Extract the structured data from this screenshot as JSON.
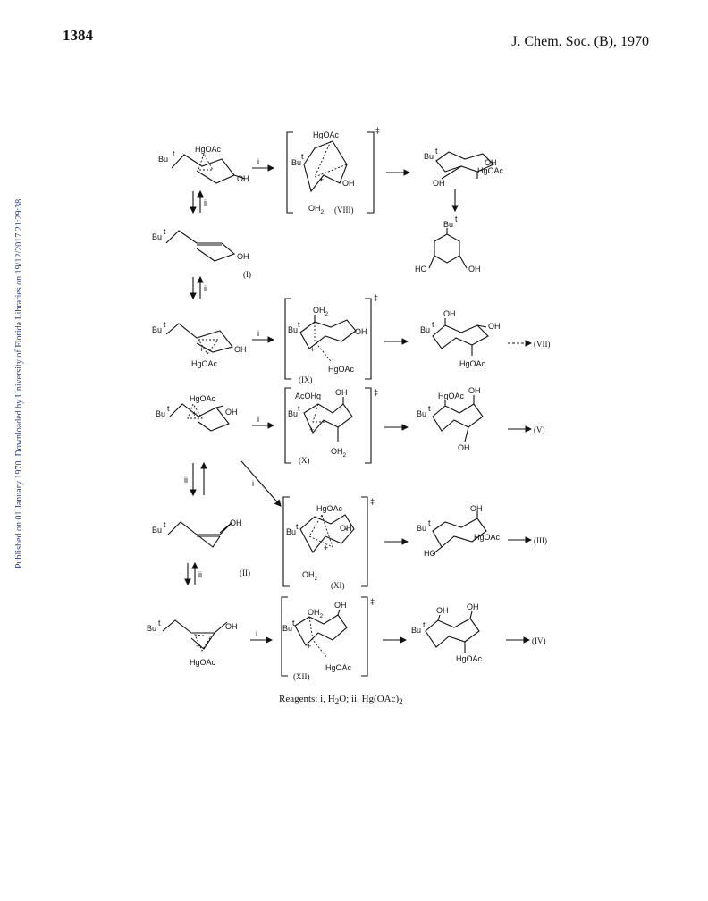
{
  "header": {
    "page_number": "1384",
    "journal": "J. Chem. Soc. (B), 1970"
  },
  "sidebar_text": "Published on 01 January 1970. Downloaded by University of Florida Libraries on 19/12/2017 21:29:38.",
  "labels": {
    "bu": "Bu",
    "t": "t",
    "hgoac": "HgOAc",
    "oh": "OH",
    "ho": "HO",
    "oh2": "OH",
    "two": "2",
    "acohg": "AcOHg",
    "plus": "+",
    "ddagger": "‡",
    "i": "i",
    "ii": "ii"
  },
  "compounds": {
    "c1": "(I)",
    "c2": "(II)",
    "c3": "(III)",
    "c4": "(IV)",
    "c5": "(V)",
    "c7": "(VII)",
    "c8": "(VIII)",
    "c9": "(IX)",
    "c10": "(X)",
    "c11": "(XI)",
    "c12": "(XII)"
  },
  "reagents": {
    "label": "Reagents:",
    "i": "i, H",
    "i_sub": "2",
    "i_tail": "O;",
    "ii": "ii, Hg(OAc)",
    "ii_sub": "2"
  },
  "colors": {
    "ink": "#111111",
    "watermark": "#2b3a99"
  }
}
